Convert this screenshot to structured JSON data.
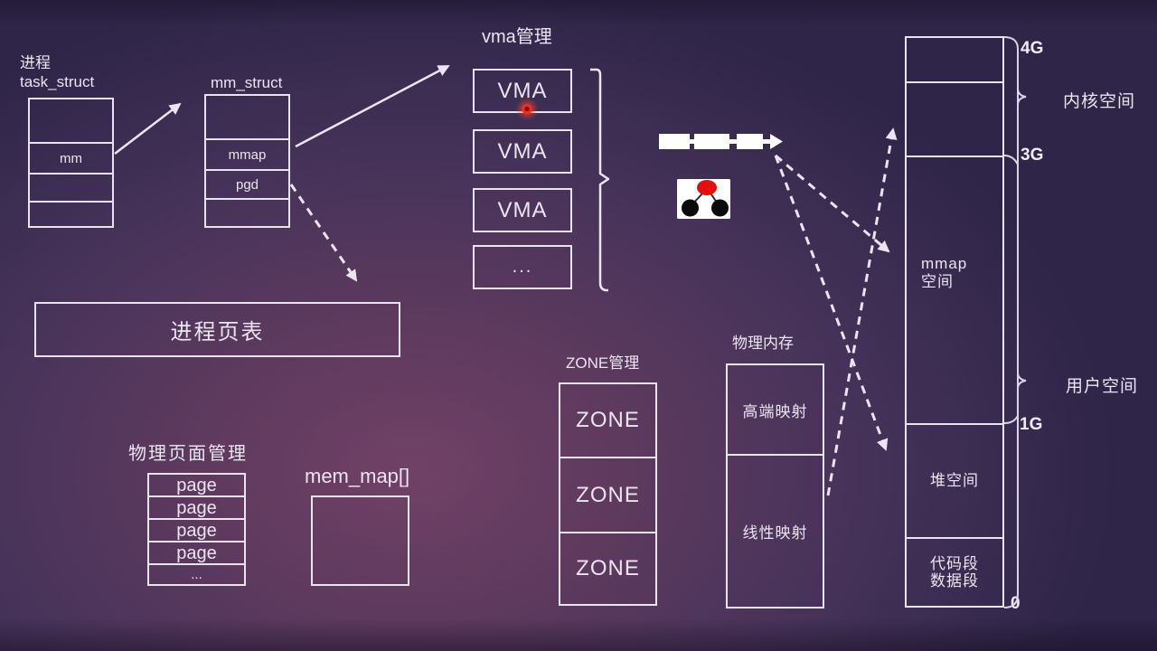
{
  "colors": {
    "background_center": "#714167",
    "background_edge": "#2e2548",
    "line": "#ece5f1",
    "laser_red": "#ff2a12",
    "tree_node_red": "#e60f0f",
    "tree_node_black": "#0a0a0a",
    "list_node_white": "#ffffff"
  },
  "process": {
    "label": "进程\ntask_struct",
    "rows": [
      "",
      "mm",
      "",
      ""
    ]
  },
  "mm_struct": {
    "title": "mm_struct",
    "rows": [
      "",
      "mmap",
      "pgd",
      ""
    ]
  },
  "vma": {
    "title": "vma管理",
    "boxes": [
      "VMA",
      "VMA",
      "VMA",
      "..."
    ]
  },
  "page_table": {
    "label": "进程页表"
  },
  "physical_pages": {
    "title": "物理页面管理",
    "rows": [
      "page",
      "page",
      "page",
      "page",
      "..."
    ]
  },
  "mem_map": {
    "title": "mem_map[]"
  },
  "zones": {
    "title": "ZONE管理",
    "boxes": [
      "ZONE",
      "ZONE",
      "ZONE"
    ]
  },
  "physical_memory": {
    "title": "物理内存",
    "sections": [
      "高端映射",
      "线性映射"
    ]
  },
  "address_space": {
    "regions": [
      "",
      "",
      "mmap\n空间",
      "堆空间",
      "代码段\n数据段"
    ],
    "ticks": [
      "4G",
      "3G",
      "1G",
      "0"
    ],
    "kernel_label": "内核空间",
    "user_label": "用户空间"
  }
}
